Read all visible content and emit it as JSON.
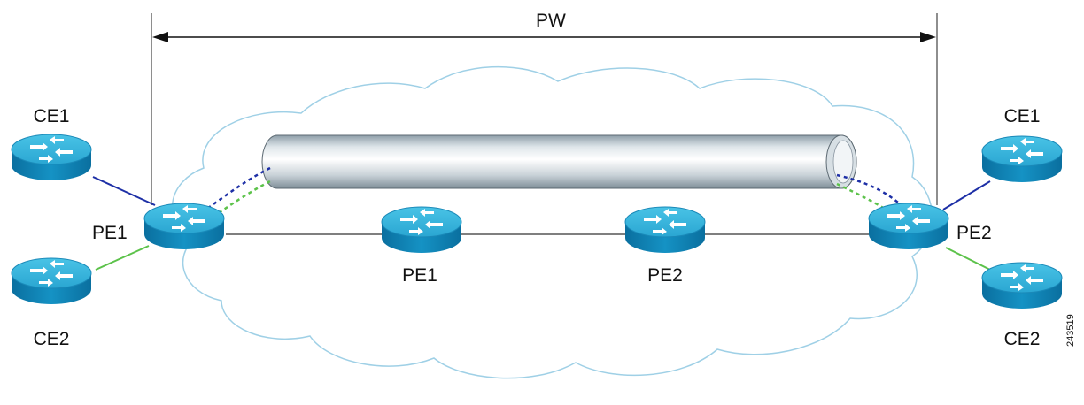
{
  "diagram": {
    "pw_label": "PW",
    "figure_id": "243519",
    "routers": {
      "ce1_left": {
        "label": "CE1"
      },
      "ce2_left": {
        "label": "CE2"
      },
      "pe1_edge": {
        "label": "PE1"
      },
      "pe1_core": {
        "label": "PE1"
      },
      "pe2_core": {
        "label": "PE2"
      },
      "pe2_edge": {
        "label": "PE2"
      },
      "ce1_right": {
        "label": "CE1"
      },
      "ce2_right": {
        "label": "CE2"
      }
    },
    "colors": {
      "router_top": "#35b2d9",
      "router_side": "#0f7fb1",
      "cloud_outline": "#9fd0e6",
      "link_blue": "#1d2fa6",
      "link_green": "#5cc24a",
      "link_gray": "#555555"
    }
  }
}
